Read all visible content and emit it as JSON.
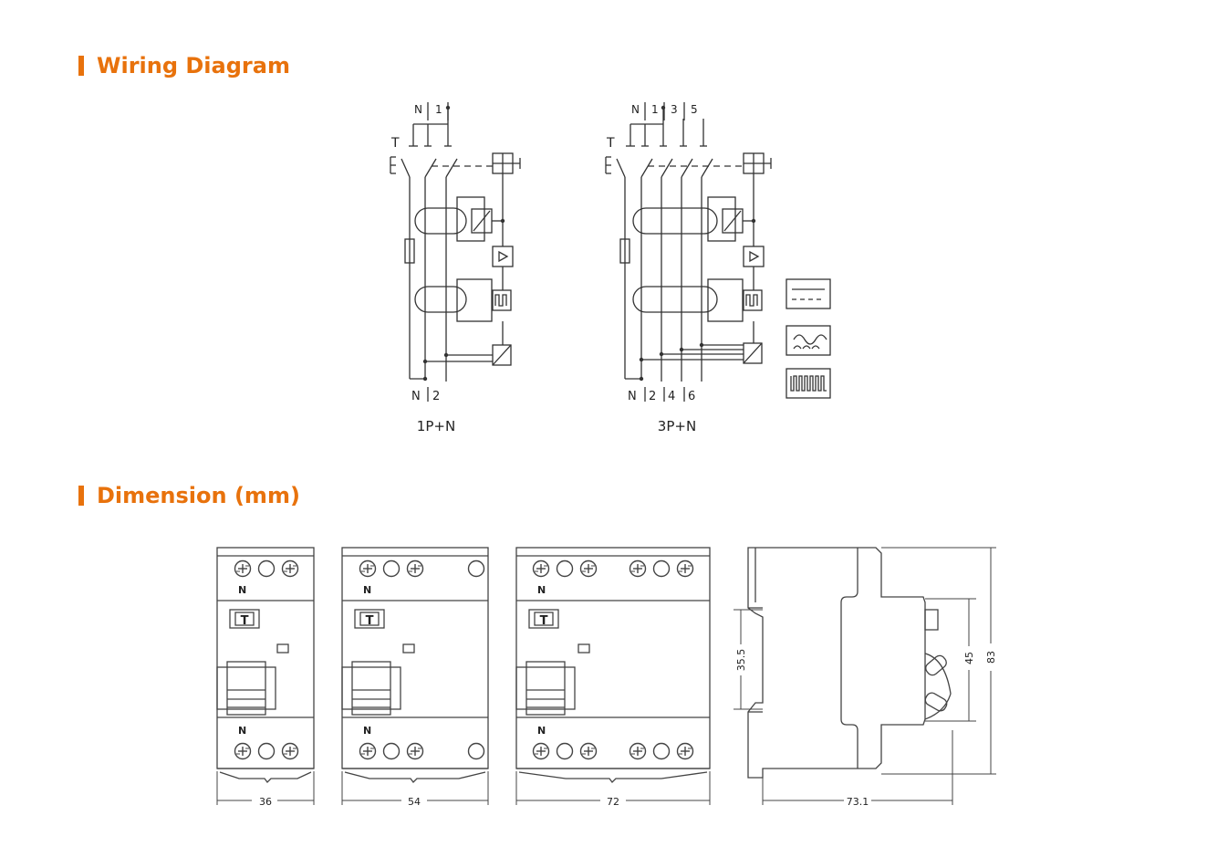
{
  "sections": {
    "wiring_title": "Wiring Diagram",
    "dimension_title": "Dimension (mm)"
  },
  "wiring": {
    "d1": {
      "caption": "1P+N",
      "test_label": "T",
      "top_terms": [
        "N",
        "1"
      ],
      "bottom_terms": [
        "N",
        "2"
      ]
    },
    "d2": {
      "caption": "3P+N",
      "test_label": "T",
      "top_terms": [
        "N",
        "1",
        "3",
        "5"
      ],
      "bottom_terms": [
        "N",
        "2",
        "4",
        "6"
      ]
    }
  },
  "dimension": {
    "widths": [
      "36",
      "54",
      "72"
    ],
    "terminal_label": "N",
    "test_button": "T",
    "side_depth": "73.1",
    "side_heights": [
      "35.5",
      "45",
      "83"
    ]
  }
}
